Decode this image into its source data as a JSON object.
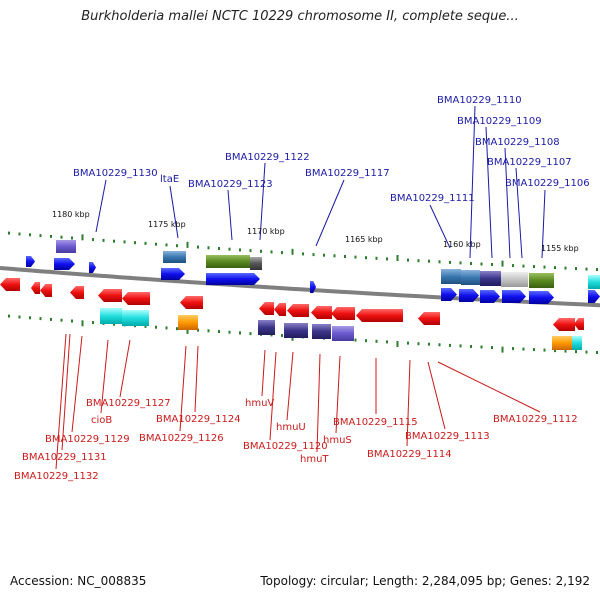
{
  "title": "Burkholderia mallei NCTC 10229 chromosome II, complete seque...",
  "footer": {
    "accession": "Accession: NC_008835",
    "summary": "Topology: circular; Length: 2,284,095 bp; Genes: 2,192"
  },
  "colors": {
    "label_blue": "#1a1aa6",
    "label_red": "#cc1a1a",
    "backbone": "#808080",
    "tick_green": "#2e7d2e"
  },
  "ticks": [
    "1180 kbp",
    "1175 kbp",
    "1170 kbp",
    "1165 kbp",
    "1160 kbp",
    "1155 kbp"
  ],
  "labels_top": [
    "BMA10229_1110",
    "BMA10229_1109",
    "BMA10229_1108",
    "BMA10229_1107",
    "BMA10229_1106",
    "BMA10229_1111",
    "BMA10229_1117",
    "BMA10229_1122",
    "BMA10229_1123",
    "ltaE",
    "BMA10229_1130"
  ],
  "labels_bottom": [
    "BMA10229_1127",
    "cioB",
    "BMA10229_1129",
    "BMA10229_1131",
    "BMA10229_1132",
    "BMA10229_1124",
    "BMA10229_1126",
    "hmuV",
    "hmuU",
    "BMA10229_1120",
    "hmuT",
    "hmuS",
    "BMA10229_1115",
    "BMA10229_1114",
    "BMA10229_1113",
    "BMA10229_1112"
  ]
}
